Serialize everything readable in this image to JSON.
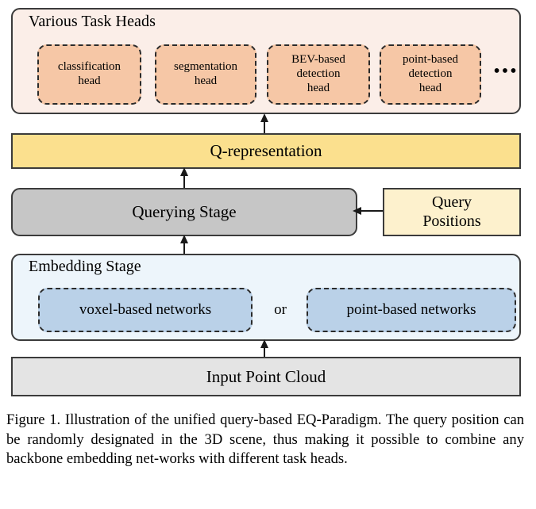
{
  "figure": {
    "task_heads": {
      "title": "Various Task Heads",
      "heads": [
        {
          "line1": "classification",
          "line2": "head",
          "line3": ""
        },
        {
          "line1": "segmentation",
          "line2": "head",
          "line3": ""
        },
        {
          "line1": "BEV-based",
          "line2": "detection",
          "line3": "head"
        },
        {
          "line1": "point-based",
          "line2": "detection",
          "line3": "head"
        }
      ],
      "ellipsis": "•••",
      "group_fill": "#fbeee8",
      "head_fill": "#f6c7a6"
    },
    "q_representation": {
      "label": "Q-representation",
      "fill": "#fbe08e"
    },
    "querying_stage": {
      "label": "Querying Stage",
      "fill": "#c6c6c6"
    },
    "query_positions": {
      "line1": "Query",
      "line2": "Positions",
      "fill": "#fdf1cd"
    },
    "embedding_stage": {
      "title": "Embedding Stage",
      "voxel_networks": "voxel-based networks",
      "or_label": "or",
      "point_networks": "point-based networks",
      "group_fill": "#edf5fb",
      "net_fill": "#bad1e8"
    },
    "input_point_cloud": {
      "label": "Input Point Cloud",
      "fill": "#e4e4e4"
    }
  },
  "caption": {
    "text": "Figure 1.  Illustration of the unified query-based EQ-Paradigm. The query position can be randomly designated in the 3D scene, thus making it possible to combine any backbone embedding net-works with different task heads."
  }
}
